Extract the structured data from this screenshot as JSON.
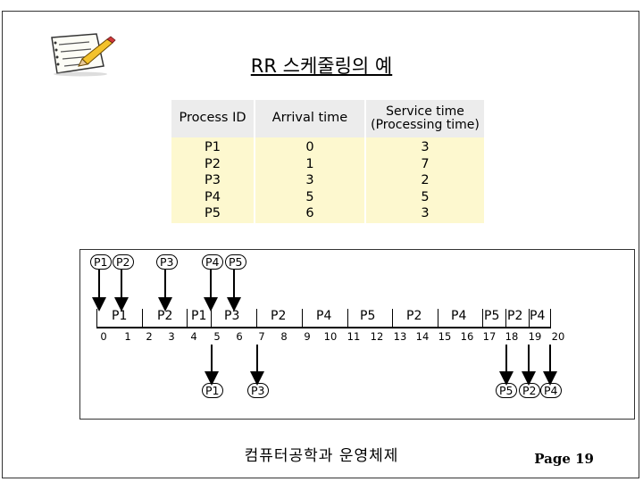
{
  "title": "RR 스케줄링의 예",
  "table": {
    "headers": [
      "Process ID",
      "Arrival time",
      "Service time (Processing time)"
    ],
    "rows": [
      {
        "pid": "P1",
        "arrival": "0",
        "service": "3"
      },
      {
        "pid": "P2",
        "arrival": "1",
        "service": "7"
      },
      {
        "pid": "P3",
        "arrival": "3",
        "service": "2"
      },
      {
        "pid": "P4",
        "arrival": "5",
        "service": "5"
      },
      {
        "pid": "P5",
        "arrival": "6",
        "service": "3"
      }
    ]
  },
  "arrivals": [
    "P1",
    "P2",
    "P3",
    "P4",
    "P5"
  ],
  "gantt": [
    "P1",
    "P2",
    "P1",
    "P3",
    "P2",
    "P4",
    "P5",
    "P2",
    "P4",
    "P5",
    "P2",
    "P4"
  ],
  "ticks": [
    "0",
    "1",
    "2",
    "3",
    "4",
    "5",
    "6",
    "7",
    "8",
    "9",
    "10",
    "11",
    "12",
    "13",
    "14",
    "15",
    "16",
    "17",
    "18",
    "19",
    "20"
  ],
  "completions": [
    "P1",
    "P3",
    "P5",
    "P2",
    "P4"
  ],
  "footer": "컴퓨터공학과 운영체제",
  "page": "Page 19",
  "icon": "notepad-pencil-icon"
}
